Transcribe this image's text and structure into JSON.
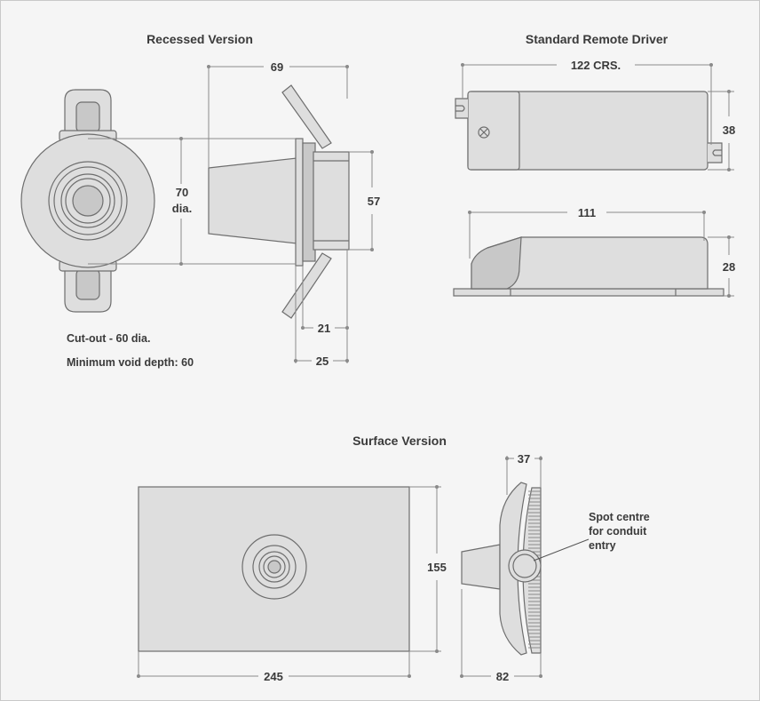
{
  "titles": {
    "recessed": "Recessed Version",
    "driver": "Standard Remote Driver",
    "surface": "Surface Version"
  },
  "dimensions": {
    "recessed_length": "69",
    "recessed_dia_value": "70",
    "recessed_dia_unit": "dia.",
    "recessed_body": "57",
    "recessed_depth_a": "21",
    "recessed_depth_b": "25",
    "driver_centres": "122 CRS.",
    "driver_height": "38",
    "driver_length": "111",
    "driver_depth": "28",
    "surface_width": "245",
    "surface_height": "155",
    "surface_depth_top": "37",
    "surface_depth_bottom": "82"
  },
  "notes": {
    "cutout": "Cut-out - 60 dia.",
    "void": "Minimum void depth: 60",
    "spot_line1": "Spot centre",
    "spot_line2": "for conduit",
    "spot_line3": "entry"
  },
  "colors": {
    "background": "#f5f5f5",
    "body_fill": "#dedede",
    "body_dark": "#c8c8c8",
    "outline": "#6e6e6e",
    "dimension_line": "#8a8a8a",
    "text": "#3a3a3a"
  }
}
